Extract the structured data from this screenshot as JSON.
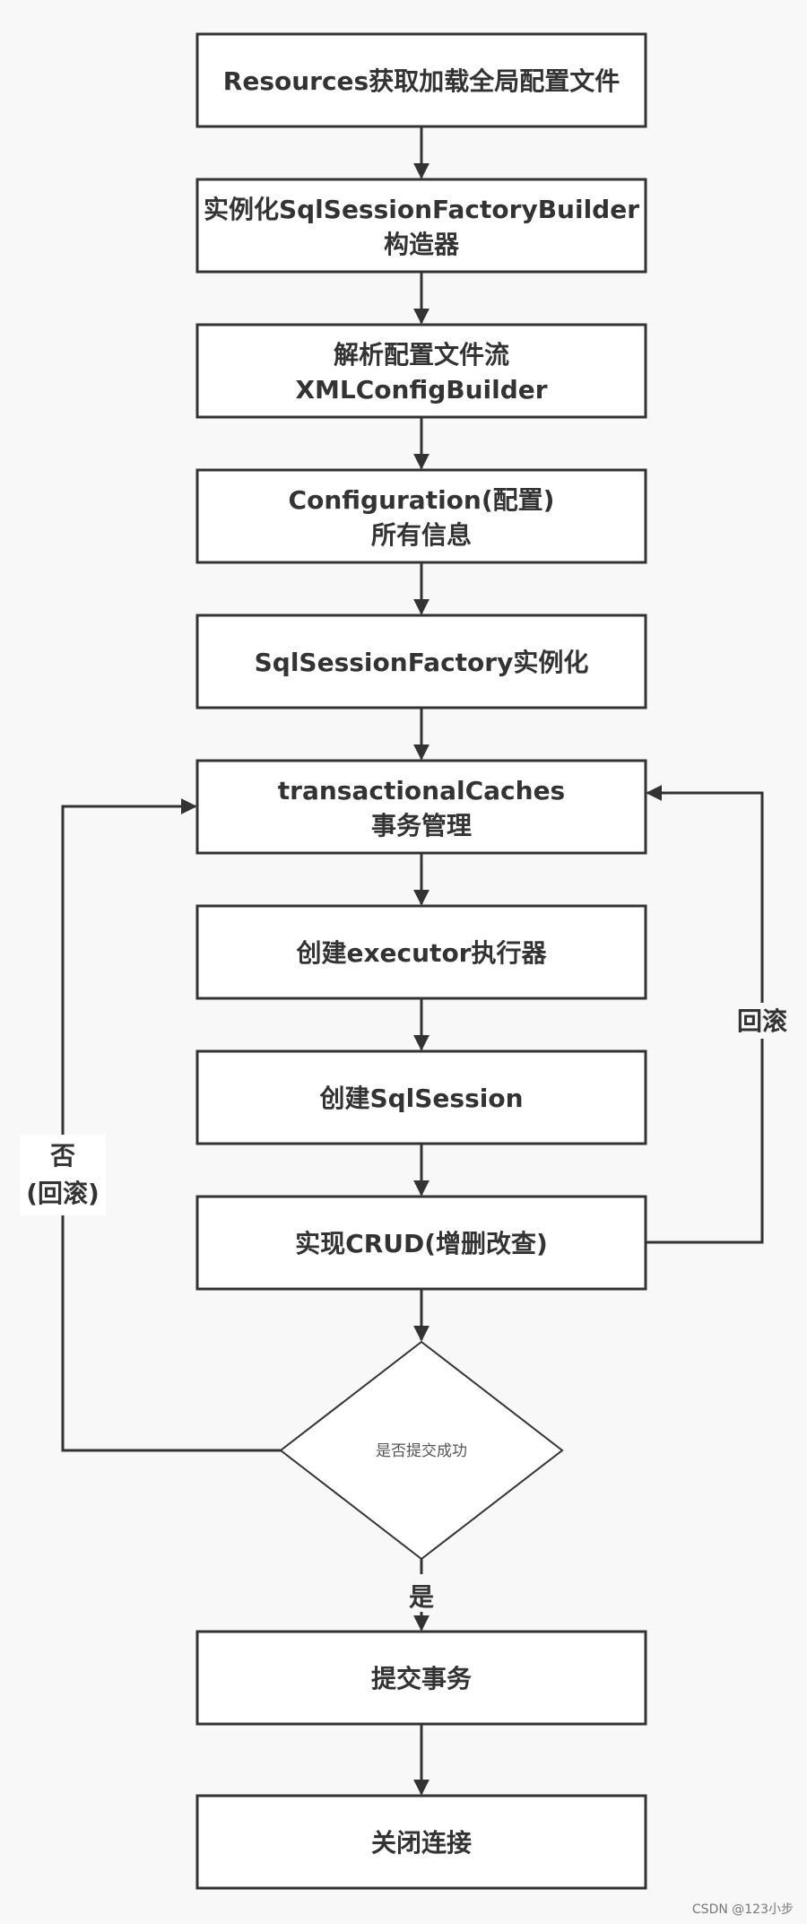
{
  "steps": [
    [
      "Resources获取加载全局配置文件"
    ],
    [
      "实例化SqlSessionFactoryBuilder",
      "构造器"
    ],
    [
      "解析配置文件流",
      "XMLConfigBuilder"
    ],
    [
      "Configuration(配置)",
      "所有信息"
    ],
    [
      "SqlSessionFactory实例化"
    ],
    [
      "transactionalCaches",
      "事务管理"
    ],
    [
      "创建executor执行器"
    ],
    [
      "创建SqlSession"
    ],
    [
      "实现CRUD(增删改查)"
    ]
  ],
  "decision": "是否提交成功",
  "yes_label": "是",
  "no_label": [
    "否",
    "(回滚)"
  ],
  "rollback_label": "回滚",
  "final_steps": [
    [
      "提交事务"
    ],
    [
      "关闭连接"
    ]
  ],
  "watermark": "CSDN @123小步"
}
